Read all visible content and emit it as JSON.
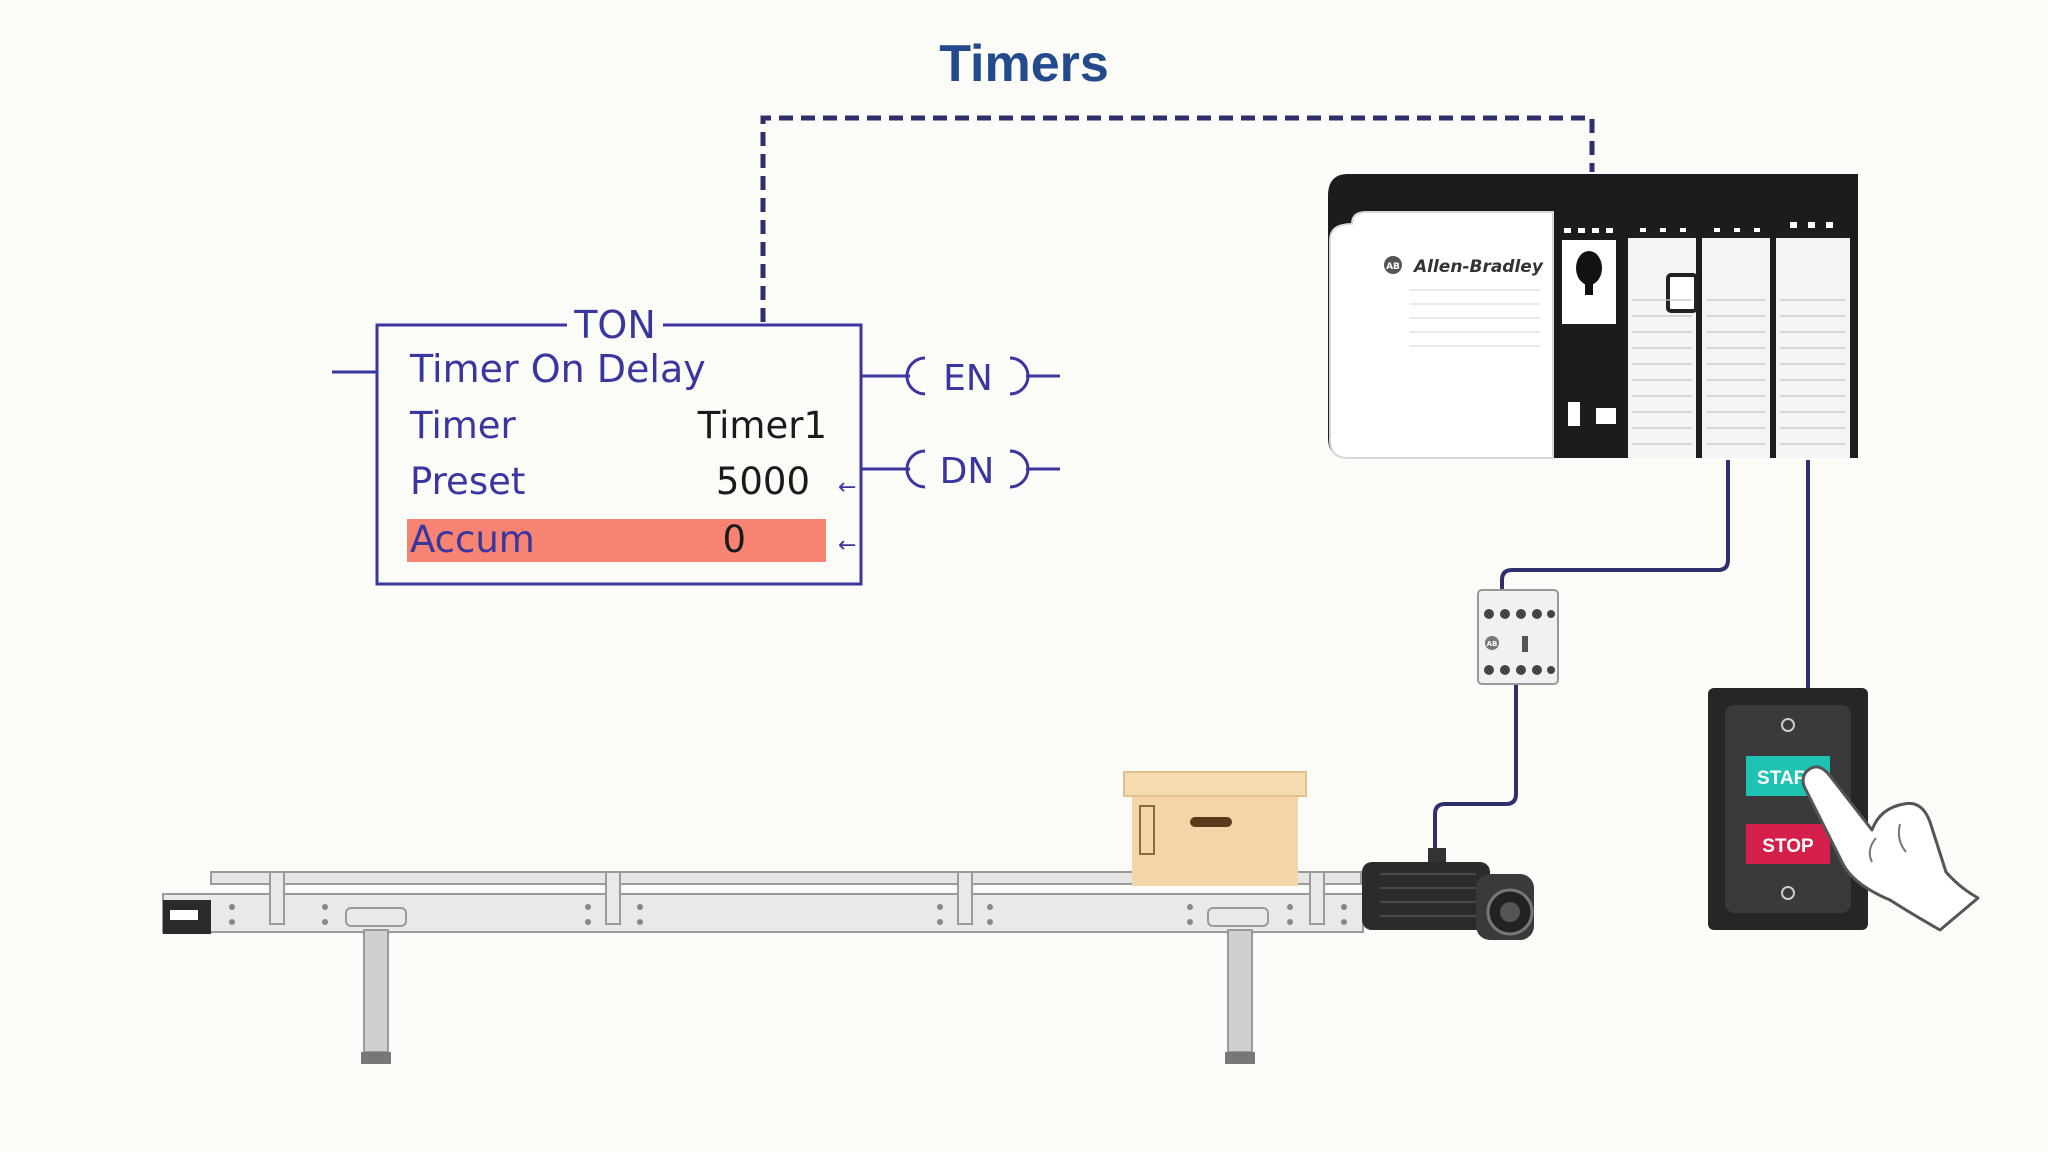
{
  "title": "Timers",
  "ton_block": {
    "header": "TON",
    "name": "Timer On Delay",
    "rows": [
      {
        "label": "Timer",
        "value": "Timer1"
      },
      {
        "label": "Preset",
        "value": "5000"
      },
      {
        "label": "Accum",
        "value": "0"
      }
    ],
    "arrow": "←"
  },
  "coils": {
    "en": "EN",
    "dn": "DN"
  },
  "plc": {
    "brand": "Allen-Bradley",
    "badge": "AB"
  },
  "contactor": {
    "badge": "AB"
  },
  "pushbutton": {
    "start": "START",
    "stop": "STOP"
  },
  "colors": {
    "title": "#234a8c",
    "ladder": "#3a36a0",
    "accum_highlight": "#f78373",
    "wire": "#2f2f6e",
    "start": "#1ec3b3",
    "stop": "#d41f4a"
  }
}
